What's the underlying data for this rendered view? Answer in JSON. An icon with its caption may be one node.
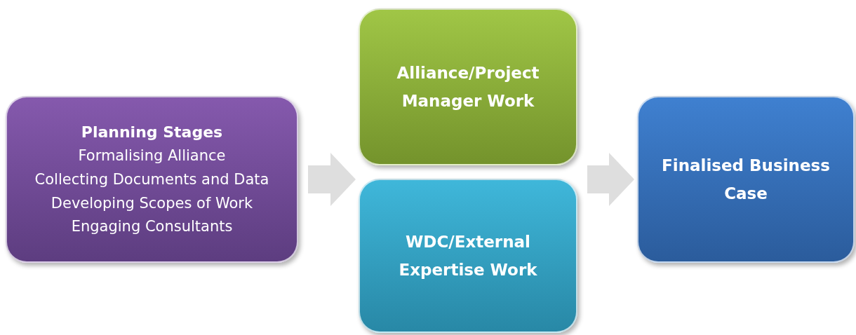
{
  "diagram": {
    "nodes": [
      {
        "text": [
          "Planning Stages",
          "Formalising Alliance",
          "Collecting Documents and Data",
          "Developing Scopes of Work",
          "Engaging Consultants"
        ]
      },
      {
        "text": [
          "Alliance/Project Manager Work"
        ]
      },
      {
        "text": [
          "WDC/External Expertise Work"
        ]
      },
      {
        "text": [
          "Finalised Business Case"
        ]
      }
    ],
    "edges": [
      {
        "from": 0,
        "to": 1,
        "arrow": "to",
        "style": "thick"
      },
      {
        "from": 0,
        "to": 2,
        "arrow": "to",
        "style": "thick"
      },
      {
        "from": 1,
        "to": 3,
        "arrow": "to",
        "style": "thick"
      },
      {
        "from": 2,
        "to": 3,
        "arrow": "to",
        "style": "thick"
      }
    ]
  }
}
